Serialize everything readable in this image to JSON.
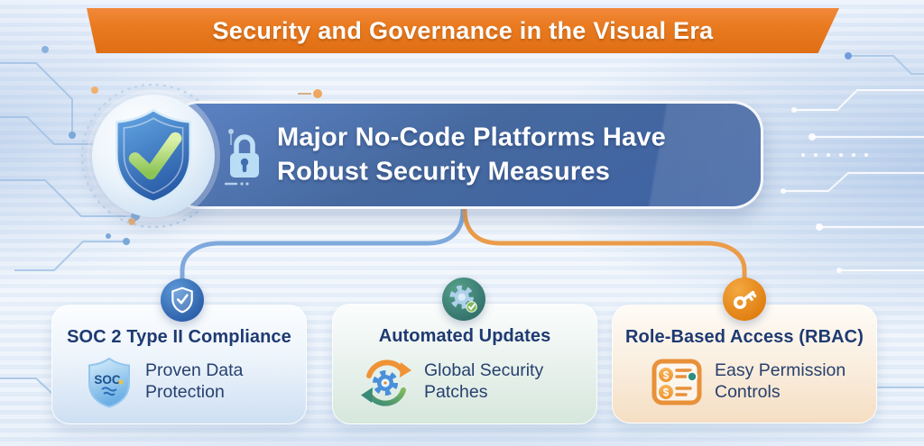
{
  "banner": {
    "title": "Security and Governance in the Visual Era",
    "bg_color": "#e87b22"
  },
  "main_card": {
    "title_line1": "Major No-Code Platforms Have",
    "title_line2": "Robust Security Measures",
    "badge_icon": "shield-check-icon",
    "inline_icon": "lock-icon",
    "bg_color": "#4670b2"
  },
  "branches": [
    {
      "title": "SOC 2 Type II Compliance",
      "body_line1": "Proven Data",
      "body_line2": "Protection",
      "badge_icon": "shield-check-icon",
      "body_icon": "soc-shield-icon",
      "icon_label": "SOC",
      "accent_color": "#3f74c0"
    },
    {
      "title": "Automated Updates",
      "body_line1": "Global Security",
      "body_line2": "Patches",
      "badge_icon": "gear-check-icon",
      "body_icon": "update-sync-icon",
      "accent_color": "#4e9474"
    },
    {
      "title": "Role-Based Access (RBAC)",
      "body_line1": "Easy Permission",
      "body_line2": "Controls",
      "badge_icon": "key-icon",
      "body_icon": "permission-list-icon",
      "icon_dollar": "$",
      "accent_color": "#e8913a"
    }
  ],
  "colors": {
    "banner_orange": "#e87b22",
    "main_blue": "#4670b2",
    "navy_text": "#1e3a72",
    "connector_blue": "#7fa9dc",
    "connector_green": "#55996e",
    "connector_orange": "#eb9c49"
  }
}
